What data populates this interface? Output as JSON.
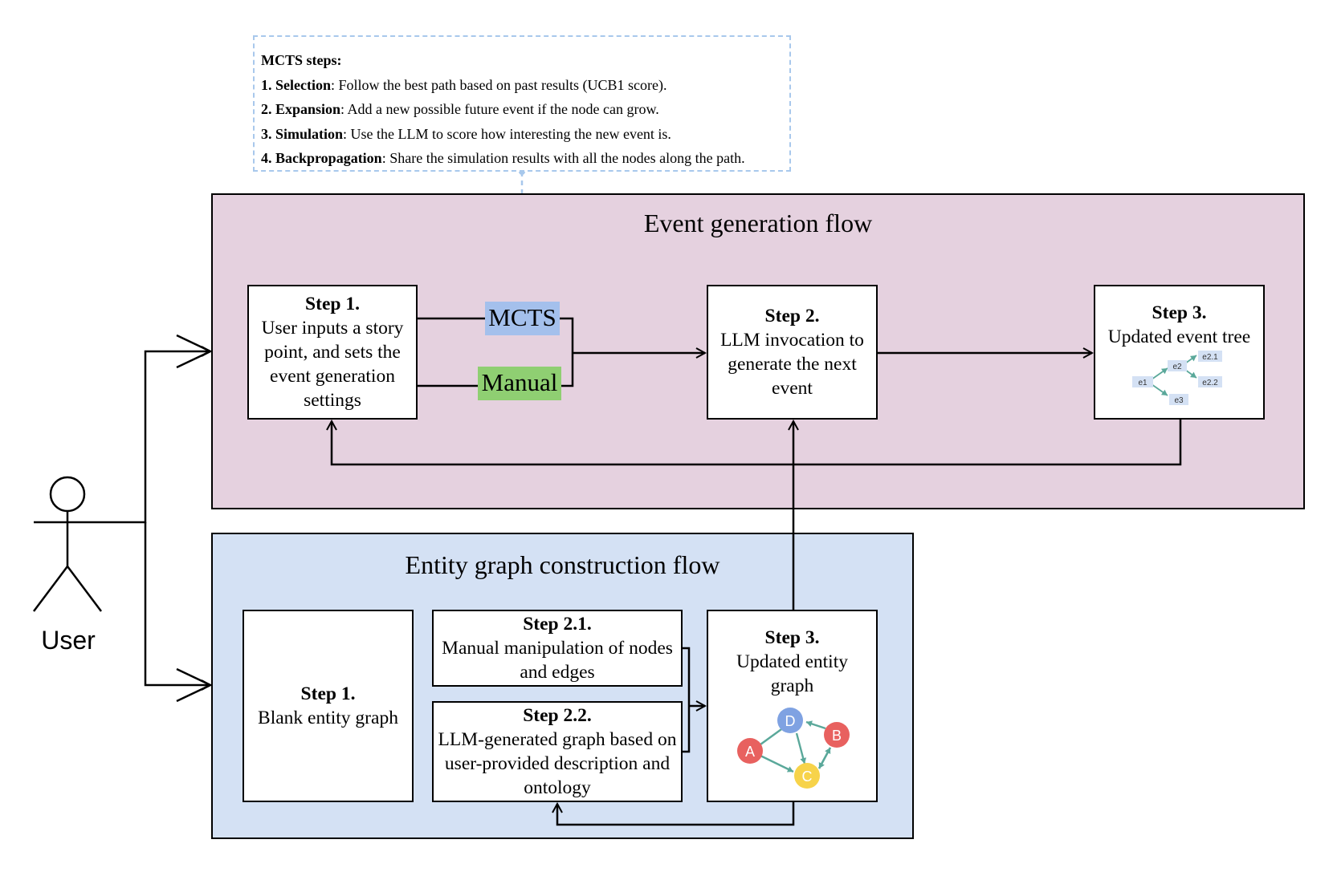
{
  "mcts_note": {
    "title": "MCTS steps:",
    "steps": [
      {
        "num": "1.",
        "name": "Selection",
        "desc": ": Follow the best path based on past results (UCB1 score)."
      },
      {
        "num": "2.",
        "name": "Expansion",
        "desc": ": Add a new possible future event if the node can grow."
      },
      {
        "num": "3.",
        "name": "Simulation",
        "desc": ": Use the LLM to score how interesting the new event is."
      },
      {
        "num": "4.",
        "name": "Backpropagation",
        "desc": ": Share the simulation results with all the nodes along the path."
      }
    ]
  },
  "event_flow": {
    "title": "Event generation flow",
    "step1": {
      "header": "Step 1.",
      "text": "User inputs a story point, and sets the event generation settings"
    },
    "mcts_label": "MCTS",
    "manual_label": "Manual",
    "step2": {
      "header": "Step 2.",
      "text": "LLM invocation to generate the next event"
    },
    "step3": {
      "header": "Step 3.",
      "text": "Updated event tree"
    },
    "tree_nodes": [
      "e1",
      "e2",
      "e3",
      "e2.1",
      "e2.2"
    ]
  },
  "entity_flow": {
    "title": "Entity graph construction flow",
    "step1": {
      "header": "Step 1.",
      "text": "Blank entity graph"
    },
    "step21": {
      "header": "Step 2.1.",
      "text": "Manual manipulation of nodes and edges"
    },
    "step22": {
      "header": "Step 2.2.",
      "text": "LLM-generated graph based on user-provided description and ontology"
    },
    "step3": {
      "header": "Step 3.",
      "text": "Updated entity graph"
    },
    "graph_nodes": [
      {
        "label": "A",
        "color": "#e8615f"
      },
      {
        "label": "B",
        "color": "#e8615f"
      },
      {
        "label": "C",
        "color": "#f7d34a"
      },
      {
        "label": "D",
        "color": "#7fa2e2"
      }
    ],
    "edge_color": "#5aa89a"
  },
  "actor": {
    "label": "User"
  }
}
